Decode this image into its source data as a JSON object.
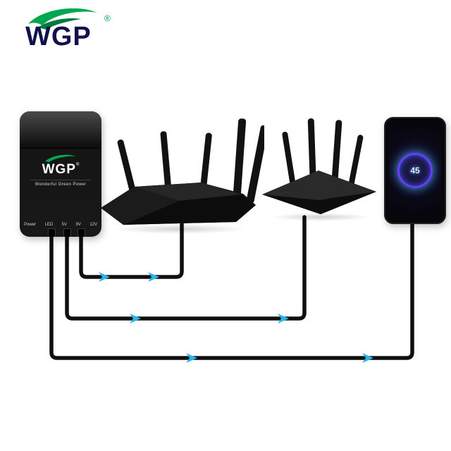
{
  "brand": {
    "name": "WGP",
    "registered": "®"
  },
  "ups": {
    "logo": "WGP",
    "logo_registered": "®",
    "tagline": "Wonderful Green Power",
    "ports": [
      "Power",
      "LED",
      "5V",
      "9V",
      "12V"
    ]
  },
  "phone": {
    "battery": "45"
  },
  "colors": {
    "arrow_cyan": "#2bb3ea",
    "cable_black": "#0f0f0f",
    "brand_green": "#00a651",
    "brand_navy": "#11114e",
    "background": "#ffffff"
  }
}
